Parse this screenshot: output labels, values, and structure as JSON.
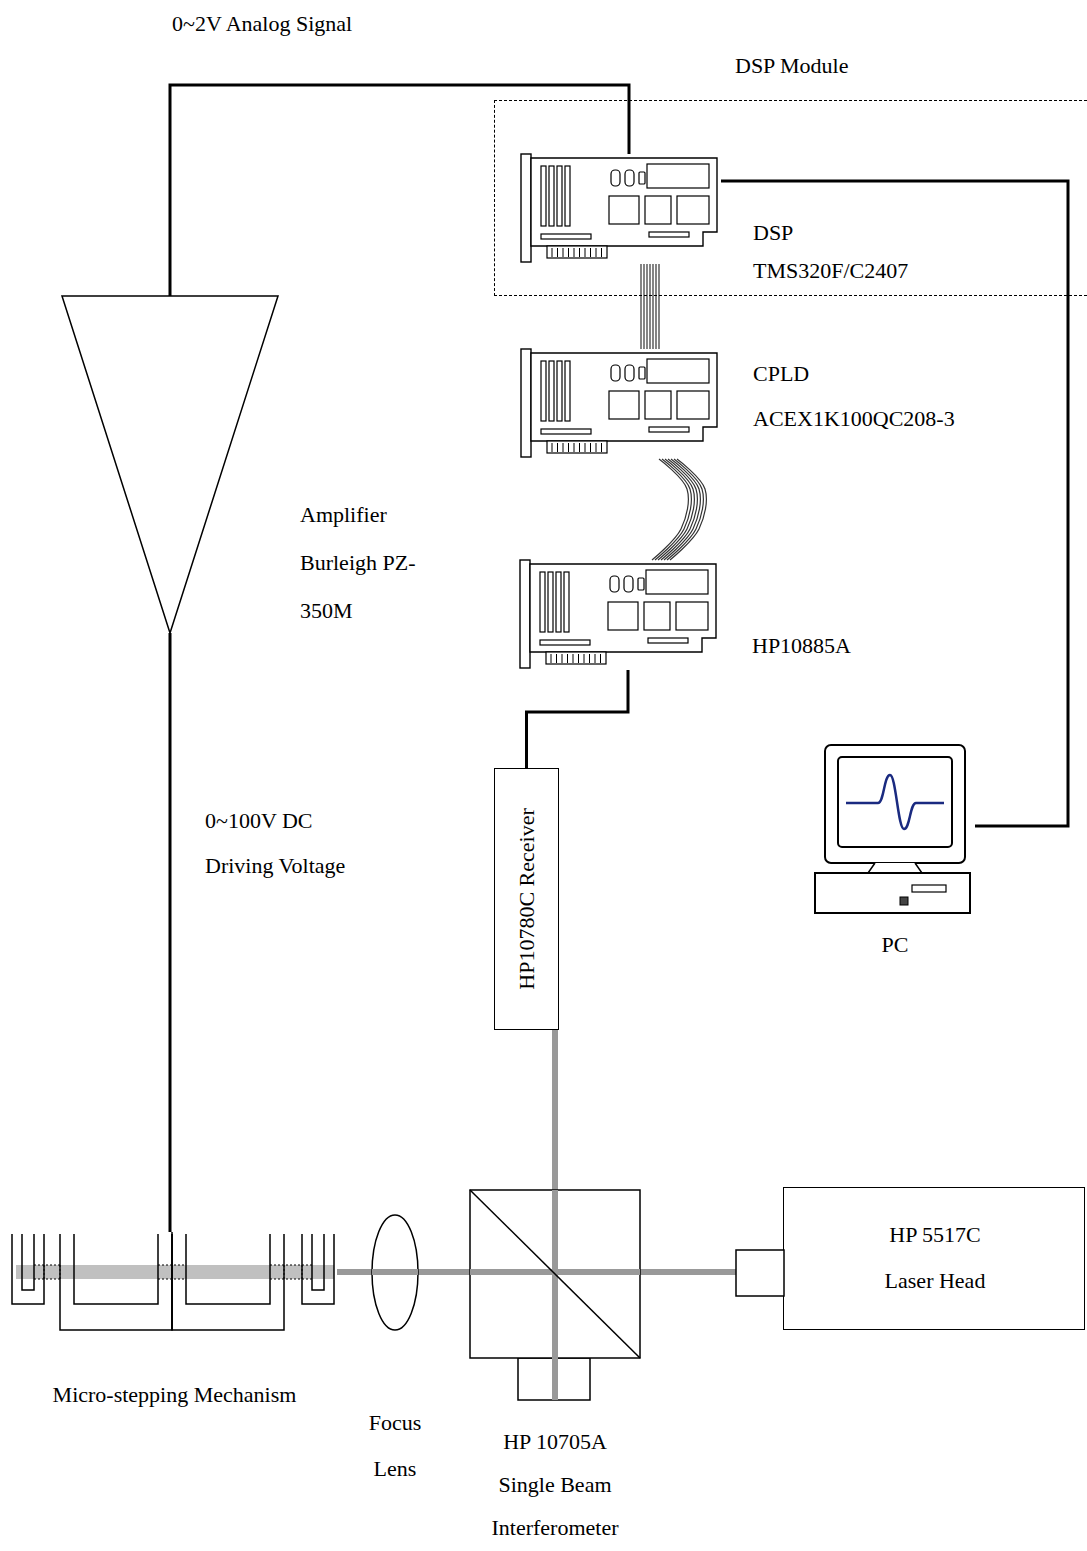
{
  "diagram": {
    "nodes": [
      {
        "text": [
          "DSP Module"
        ]
      },
      {
        "text": [
          "DSP TMS320F/C2407"
        ],
        "in": 0
      },
      {
        "text": [
          "CPLD ACEX1K100QC208-3"
        ],
        "in": 0
      },
      {
        "text": [
          "HP10885A"
        ]
      },
      {
        "text": [
          "PC"
        ]
      },
      {
        "text": [
          "Amplifier Burleigh PZ-350M"
        ]
      },
      {
        "text": [
          "HP10780C Receiver"
        ]
      },
      {
        "text": [
          "Micro-stepping Mechanism"
        ]
      },
      {
        "text": [
          "Focus Lens"
        ]
      },
      {
        "text": [
          "HP 10705A Single Beam Interferometer"
        ]
      },
      {
        "text": [
          "HP 5517C Laser Head"
        ]
      }
    ],
    "edges": [
      {
        "from": 1,
        "to": 5,
        "label": "0~2V Analog Signal",
        "arrow": "none"
      },
      {
        "from": 1,
        "to": 2,
        "arrow": "none"
      },
      {
        "from": 2,
        "to": 3,
        "arrow": "none"
      },
      {
        "from": 1,
        "to": 4,
        "arrow": "none"
      },
      {
        "from": 3,
        "to": 6,
        "arrow": "none"
      },
      {
        "from": 5,
        "to": 7,
        "label": "0~100V DC Driving Voltage",
        "arrow": "none"
      },
      {
        "from": 6,
        "to": 9,
        "arrow": "none"
      },
      {
        "from": 10,
        "to": 9,
        "arrow": "none"
      },
      {
        "from": 9,
        "to": 8,
        "arrow": "none"
      },
      {
        "from": 8,
        "to": 7,
        "arrow": "none"
      }
    ]
  }
}
